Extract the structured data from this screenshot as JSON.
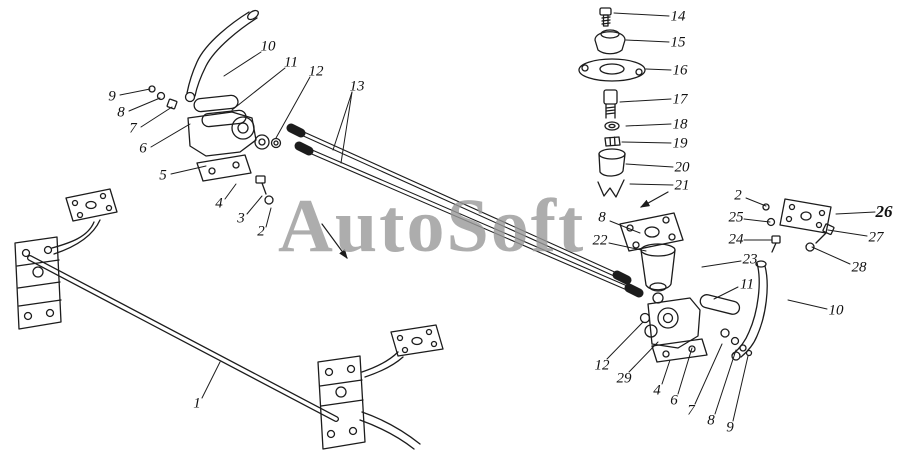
{
  "watermark": {
    "text": "AutoSoft"
  },
  "diagram": {
    "labels": [
      {
        "part": "10"
      },
      {
        "part": "11"
      },
      {
        "part": "12"
      },
      {
        "part": "13"
      },
      {
        "part": "9"
      },
      {
        "part": "8"
      },
      {
        "part": "7"
      },
      {
        "part": "6"
      },
      {
        "part": "5"
      },
      {
        "part": "4"
      },
      {
        "part": "3"
      },
      {
        "part": "2"
      },
      {
        "part": "1"
      },
      {
        "part": "14"
      },
      {
        "part": "15"
      },
      {
        "part": "16"
      },
      {
        "part": "17"
      },
      {
        "part": "18"
      },
      {
        "part": "19"
      },
      {
        "part": "20"
      },
      {
        "part": "21"
      },
      {
        "part": "2"
      },
      {
        "part": "25"
      },
      {
        "part": "24"
      },
      {
        "part": "26"
      },
      {
        "part": "27"
      },
      {
        "part": "28"
      },
      {
        "part": "8"
      },
      {
        "part": "22"
      },
      {
        "part": "23"
      },
      {
        "part": "11"
      },
      {
        "part": "10"
      },
      {
        "part": "12"
      },
      {
        "part": "29"
      },
      {
        "part": "4"
      },
      {
        "part": "6"
      },
      {
        "part": "7"
      },
      {
        "part": "8"
      },
      {
        "part": "9"
      }
    ],
    "line_color": "#1c1c1c"
  }
}
